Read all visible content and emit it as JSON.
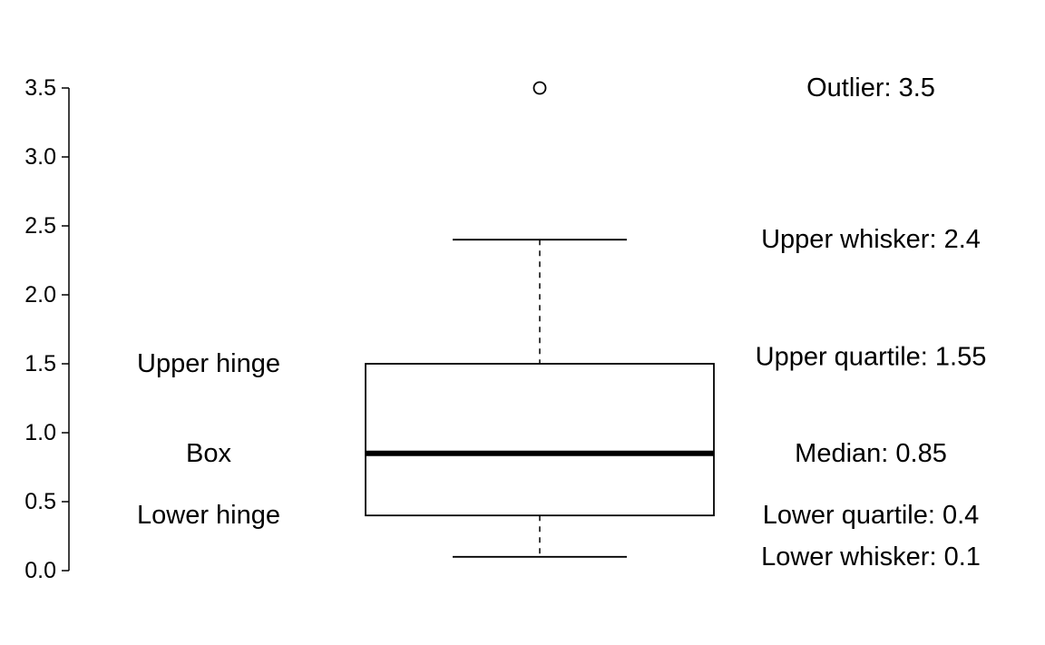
{
  "chart_data": {
    "type": "box",
    "title": "",
    "xlabel": "",
    "ylabel": "",
    "ylim": [
      0,
      3.5
    ],
    "yticks": [
      "0.0",
      "0.5",
      "1.0",
      "1.5",
      "2.0",
      "2.5",
      "3.0",
      "3.5"
    ],
    "grid": false,
    "box": {
      "lower_whisker": 0.1,
      "lower_hinge": 0.4,
      "median": 0.85,
      "upper_hinge": 1.5,
      "upper_whisker": 2.4,
      "outliers": [
        3.5
      ]
    },
    "left_annotations": [
      {
        "text": "Upper hinge",
        "y": 1.5
      },
      {
        "text": "Box",
        "y": 0.85
      },
      {
        "text": "Lower hinge",
        "y": 0.4
      }
    ],
    "right_annotations": [
      {
        "text": "Outlier: 3.5",
        "y": 3.5
      },
      {
        "text": "Upper whisker: 2.4",
        "y": 2.4
      },
      {
        "text": "Upper quartile: 1.55",
        "y": 1.55
      },
      {
        "text": "Median: 0.85",
        "y": 0.85
      },
      {
        "text": "Lower quartile: 0.4",
        "y": 0.4
      },
      {
        "text": "Lower whisker: 0.1",
        "y": 0.1
      }
    ],
    "colors": {
      "stroke": "#000000",
      "box_fill": "#ffffff",
      "background": "#ffffff"
    }
  }
}
